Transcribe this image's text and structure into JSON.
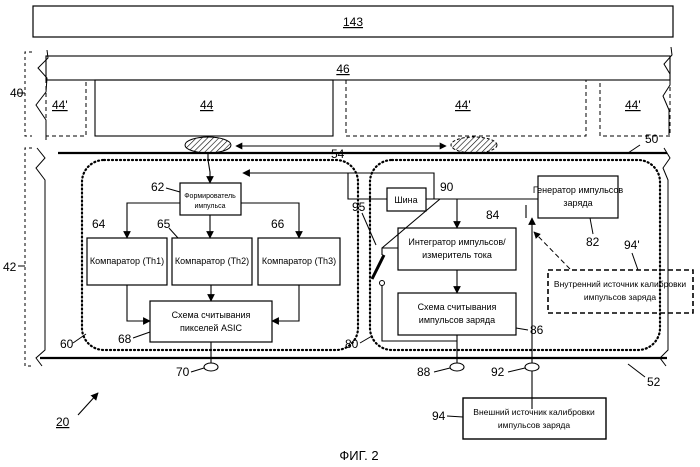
{
  "refs": {
    "r143": "143",
    "r40": "40",
    "r46": "46",
    "r44a": "44'",
    "r44": "44",
    "r44b": "44'",
    "r44c": "44'",
    "r54": "54",
    "r50": "50",
    "r42": "42",
    "r62": "62",
    "r64": "64",
    "r65": "65",
    "r66": "66",
    "r68": "68",
    "r60": "60",
    "r70": "70",
    "r90": "90",
    "r84": "84",
    "r95": "95",
    "r82": "82",
    "r94p": "94'",
    "r86": "86",
    "r80": "80",
    "r88": "88",
    "r92": "92",
    "r52": "52",
    "r20": "20",
    "r94": "94"
  },
  "labels": {
    "pulse_shaper_1": "Формирователь",
    "pulse_shaper_2": "импульса",
    "comp1": "Компаратор (Th1)",
    "comp2": "Компаратор (Th2)",
    "comp3": "Компаратор (Th3)",
    "asic_1": "Схема считывания",
    "asic_2": "пикселей ASIC",
    "bus": "Шина",
    "gen_1": "Генератор импульсов",
    "gen_2": "заряда",
    "integr_1": "Интегратор импульсов/",
    "integr_2": "измеритель тока",
    "charge_1": "Схема считывания",
    "charge_2": "импульсов заряда",
    "int_cal_1": "Внутренний источник калибровки",
    "int_cal_2": "импульсов заряда",
    "ext_cal_1": "Внешний источник калибровки",
    "ext_cal_2": "импульсов заряда"
  },
  "caption": "ФИГ. 2"
}
